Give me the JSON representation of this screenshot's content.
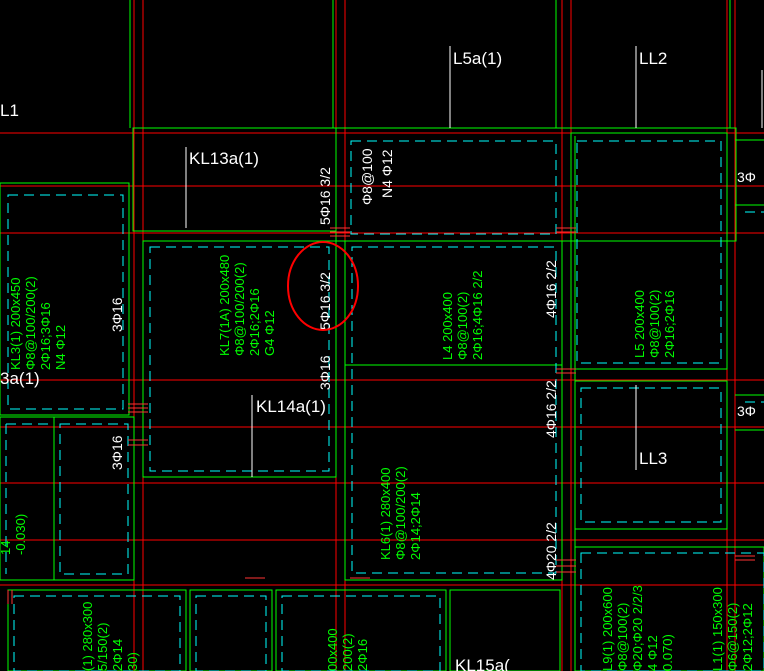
{
  "colors": {
    "background": "#000000",
    "beam_edge": "#00ff00",
    "beam_hidden": "#00ffff",
    "axis_line": "#ff0000",
    "highlight": "#ff0000",
    "text_green": "#00ff00",
    "text_white": "#ffffff",
    "text_yellow": "#ffff00"
  },
  "beam_names": {
    "l5a1": "L5a(1)",
    "ll2": "LL2",
    "l1": "L1",
    "kl13a1": "KL13a(1)",
    "kl14a1": "KL14a(1)",
    "ll3": "LL3",
    "kl15a": "KL15a(",
    "a1_left": "3a(1)"
  },
  "annotations": {
    "top_rebar_a": "5Φ16 3/2",
    "stirrup_ll": "Φ8@100",
    "waist_ll": "N4 Φ12",
    "circled_rebar": "5Φ16 3/2",
    "rebar_3d16_a": "3Φ16",
    "rebar_3d16_b": "3Φ16",
    "rebar_3d16_c": "3Φ16",
    "rebar_4d16_a": "4Φ16 2/2",
    "rebar_4d16_b": "4Φ16 2/2",
    "rebar_4d20": "4Φ20 2/2",
    "rebar_3d_right_a": "3Φ",
    "rebar_3d_right_b": "3Φ"
  },
  "beam_specs": {
    "kl3": [
      "KL3(1) 200x450",
      "Φ8@100/200(2)",
      "2Φ16;3Φ16",
      "N4 Φ12"
    ],
    "kl7": [
      "KL7(1A) 200x480",
      "Φ8@100/200(2)",
      "2Φ16;2Φ16",
      "G4 Φ12"
    ],
    "l4": [
      "L4 200x400",
      "Φ8@100(2)",
      "2Φ16;4Φ16 2/2"
    ],
    "l5": [
      "L5 200x400",
      "Φ8@100(2)",
      "2Φ16;2Φ16"
    ],
    "kl6": [
      "KL6(1) 280x400",
      "Φ8@100/200(2)",
      "2Φ14;2Φ14"
    ],
    "left_frag": [
      "14",
      "-0.030)"
    ],
    "bottom_a": [
      "(1) 280x300",
      "5/150(2)",
      "2Φ14",
      "30)"
    ],
    "bottom_b": [
      "00x400",
      "200(2)",
      "2Φ16"
    ],
    "bottom_c": [
      "L9(1) 200x600",
      "Φ8@100(2)",
      "Φ20;Φ20 2/2/3",
      "4 Φ12",
      "0.070)"
    ],
    "bottom_d": [
      "L1(1) 150x300",
      "Φ6@150(2)",
      "2Φ12;2Φ12"
    ]
  }
}
